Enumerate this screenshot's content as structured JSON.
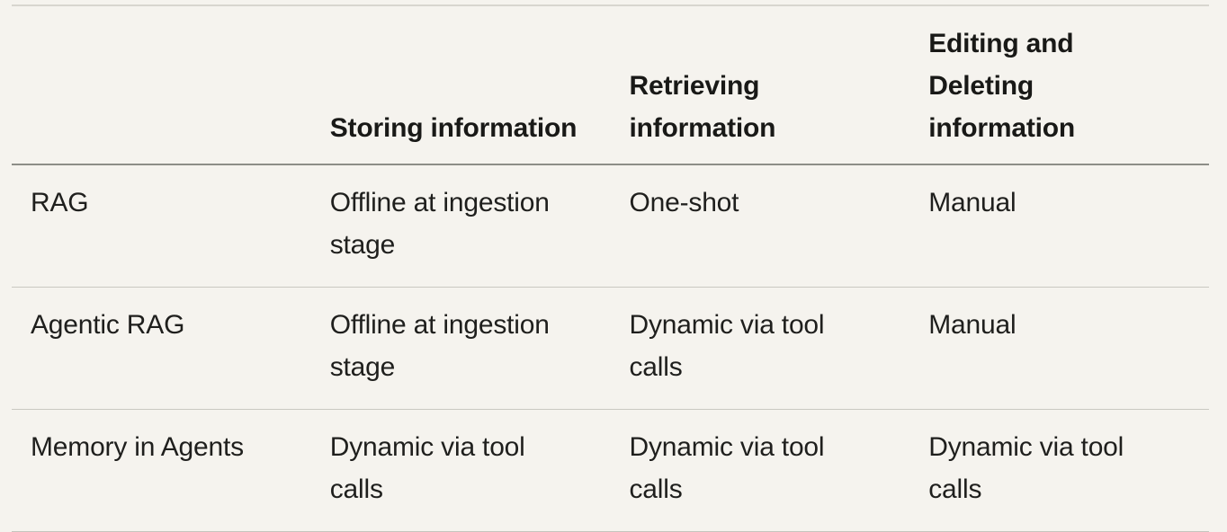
{
  "colors": {
    "background": "#f5f3ee",
    "text": "#1f1f1d",
    "header_text": "#191917",
    "border_top": "#d8d6cf",
    "border_header": "#8d8d87",
    "border_row": "#c9c8c1",
    "border_bottom": "#c6c5be"
  },
  "table": {
    "columns": [
      {
        "label": ""
      },
      {
        "label": "Storing information"
      },
      {
        "label": "Retrieving\ninformation"
      },
      {
        "label": "Editing and\nDeleting\ninformation"
      }
    ],
    "rows": [
      {
        "label": "RAG",
        "cells": [
          "Offline at ingestion\nstage",
          "One-shot",
          "Manual"
        ]
      },
      {
        "label": "Agentic RAG",
        "cells": [
          "Offline at ingestion\nstage",
          "Dynamic via tool\ncalls",
          "Manual"
        ]
      },
      {
        "label": "Memory in Agents",
        "cells": [
          "Dynamic via tool\ncalls",
          "Dynamic via tool\ncalls",
          "Dynamic via tool\ncalls"
        ]
      }
    ]
  }
}
